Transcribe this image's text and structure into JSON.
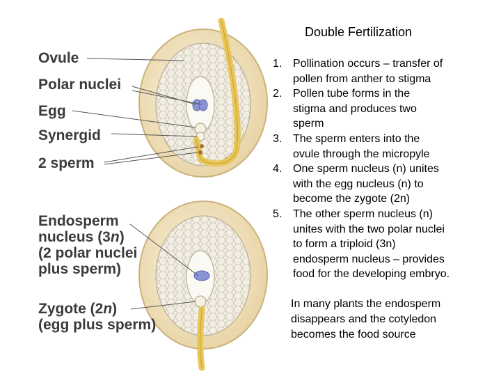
{
  "title": "Double Fertilization",
  "labels_top": {
    "ovule": "Ovule",
    "polar_nuclei": "Polar nuclei",
    "egg": "Egg",
    "synergid": "Synergid",
    "sperm": "2 sperm"
  },
  "labels_bottom": {
    "endosperm_line1": "Endosperm",
    "endosperm_line2a": "nucleus (3",
    "endosperm_line2n": "n",
    "endosperm_line2b": ")",
    "endosperm_line3": "(2 polar nuclei",
    "endosperm_line4": "plus sperm)",
    "zygote_line1a": "Zygote (2",
    "zygote_line1n": "n",
    "zygote_line1b": ")",
    "zygote_line2": "(egg plus sperm)"
  },
  "steps": [
    {
      "num": "1.",
      "text": "Pollination occurs – transfer of\npollen from anther to stigma"
    },
    {
      "num": "2.",
      "text": "Pollen tube forms in the\nstigma and produces two\nsperm"
    },
    {
      "num": "3.",
      "text": "The sperm enters into the\novule through the micropyle"
    },
    {
      "num": "4.",
      "text": "One sperm nucleus (n) unites\nwith the egg nucleus (n) to\nbecome the zygote (2n)"
    },
    {
      "num": "5.",
      "text": "The other sperm nucleus (n)\nunites with the two polar nuclei\nto form a triploid (3n)\nendosperm nucleus – provides\nfood for the developing embryo."
    }
  ],
  "note": "In many plants the endosperm\ndisappears and the cotyledon\nbecomes the food source",
  "colors": {
    "ovule_fill": "#f3e6c4",
    "tissue": "#efe9dc",
    "tube": "#e8c75a",
    "nucleus": "#8a93d6",
    "label": "#3a3a3a"
  }
}
